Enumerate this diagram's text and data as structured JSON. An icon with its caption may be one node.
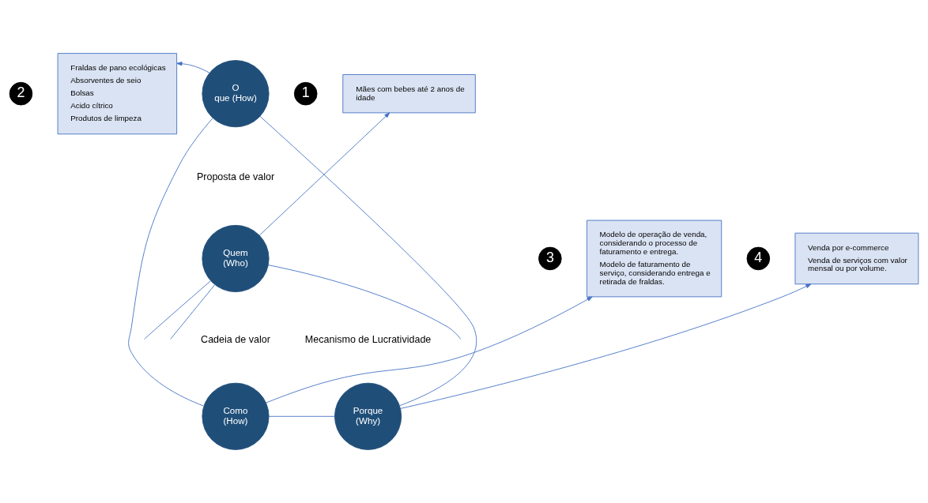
{
  "diagram": {
    "nodes": [
      {
        "text": [
          "2"
        ]
      },
      {
        "text": [
          "Fraldas de pano ecológicas",
          "Absorventes de seio",
          "Bolsas",
          "Acido cítrico",
          "Produtos de limpeza"
        ]
      },
      {
        "text": [
          "O que (How)"
        ]
      },
      {
        "text": [
          "1"
        ]
      },
      {
        "text": [
          "Mães com bebes até 2 anos de idade"
        ]
      },
      {
        "text": [
          "3"
        ]
      },
      {
        "text": [
          "Modelo de operação de venda, considerando o processo de faturamento e entrega.",
          "Modelo de faturamento de serviço, considerando entrega e retirada de fraldas."
        ]
      },
      {
        "text": [
          "Quem (Who)"
        ]
      },
      {
        "text": [
          "4"
        ]
      },
      {
        "text": [
          "Venda por e-commerce",
          "Venda de serviços com valor mensal ou por volume."
        ]
      },
      {
        "text": [
          "Como (How)"
        ]
      },
      {
        "text": [
          "Porque (Why)"
        ]
      }
    ],
    "edges": [
      {
        "from": 2,
        "to": 1,
        "arrow": "to"
      },
      {
        "from": 7,
        "to": 4,
        "arrow": "to"
      },
      {
        "from": 10,
        "to": 6,
        "arrow": "to"
      },
      {
        "from": 11,
        "to": 9,
        "arrow": "to"
      },
      {
        "from": 2,
        "to": 10,
        "arrow": "none"
      },
      {
        "from": 2,
        "to": 11,
        "arrow": "none"
      },
      {
        "from": 10,
        "to": 11,
        "arrow": "none"
      },
      {
        "from": 7,
        "to": null,
        "arrow": "none"
      },
      {
        "from": 7,
        "to": null,
        "arrow": "none"
      },
      {
        "from": 7,
        "to": null,
        "arrow": "none"
      }
    ],
    "labels": [
      "Proposta de valor",
      "Cadeia de valor",
      "Mecanismo de Lucratividade"
    ]
  }
}
